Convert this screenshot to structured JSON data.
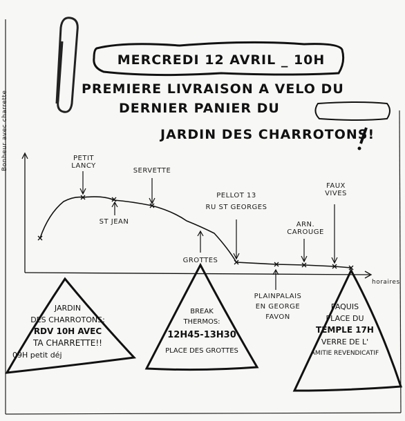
{
  "poster": {
    "date_banner": "MERCREDI 12 AVRIL _ 10H",
    "headline_line1": "PREMIERE LIVRAISON A VELO DU",
    "headline_line2": "DERNIER PANIER DU",
    "headline_line3": "JARDIN DES CHARROTONS!"
  },
  "route": {
    "y_axis_label": "Bonheur avec charrette",
    "x_axis_label": "horaires",
    "stops": [
      {
        "label_1": "PETIT",
        "label_2": "LANCY"
      },
      {
        "label_1": "ST JEAN",
        "label_2": ""
      },
      {
        "label_1": "SERVETTE",
        "label_2": ""
      },
      {
        "label_1": "GROTTES",
        "label_2": ""
      },
      {
        "label_1": "PELLOT 13",
        "label_2": "RU ST GEORGES"
      },
      {
        "label_1": "PLAINPALAIS",
        "label_2": "EN GEORGE",
        "label_3": "FAVON"
      },
      {
        "label_1": "ARN.",
        "label_2": "CAROUGE"
      },
      {
        "label_1": "FAUX",
        "label_2": "VIVES"
      }
    ]
  },
  "triangles": {
    "left": {
      "line1": "JARDIN",
      "line2": "DES CHARROTONS:",
      "line3": "RDV 10H AVEC",
      "line4": "TA CHARRETTE!!",
      "line5": "09H petit déj"
    },
    "middle": {
      "line1": "BREAK",
      "line2": "THERMOS:",
      "line3": "12H45-13H30",
      "line4": "PLACE DES GROTTES"
    },
    "right": {
      "line1": "PAQUIS",
      "line2": "PLACE DU",
      "line3": "TEMPLE 17H",
      "line4": "VERRE DE L'",
      "line5": "AMITIE REVENDICATIF"
    }
  },
  "colors": {
    "ink": "#1a1a1a",
    "paper": "#f7f7f5"
  }
}
